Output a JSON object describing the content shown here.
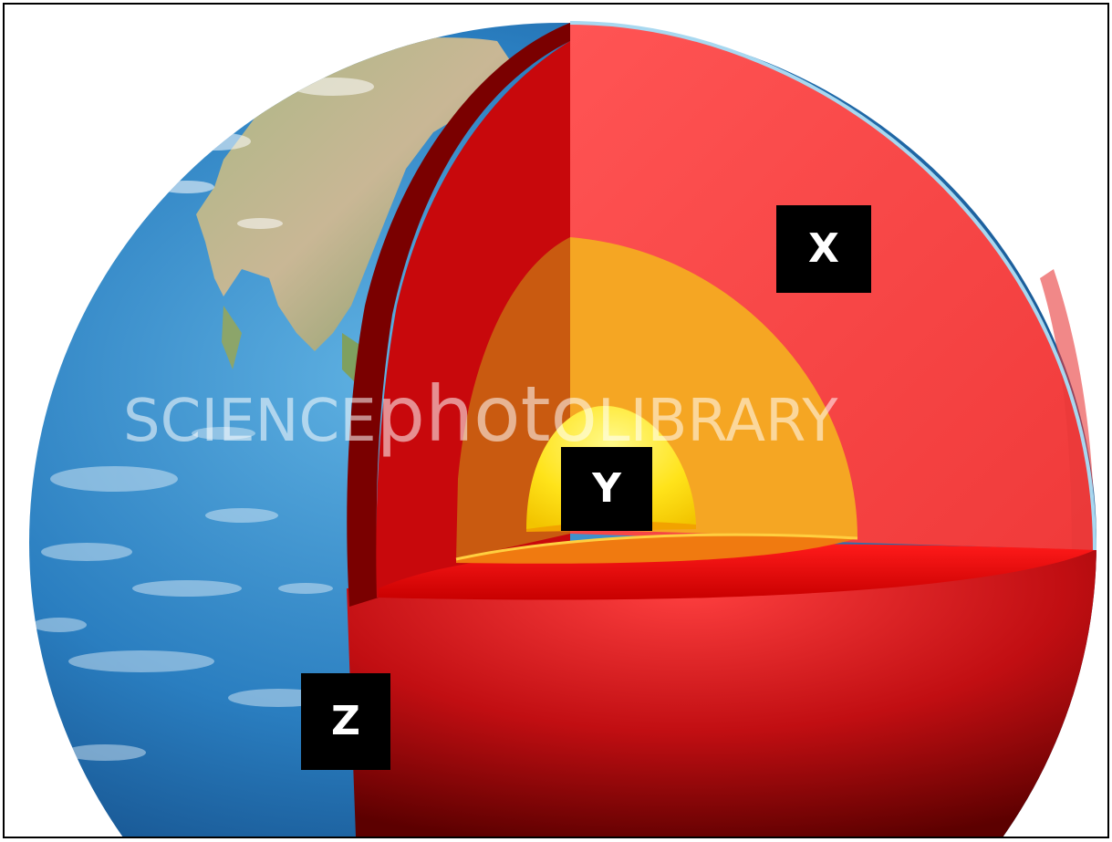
{
  "diagram": {
    "labels": {
      "x": "X",
      "y": "Y",
      "z": "Z"
    },
    "watermark": {
      "left": "SCIENCE",
      "middle": "photo",
      "right": "LIBRARY"
    },
    "colors": {
      "ocean": "#1f6fae",
      "land": "#8fa56a",
      "outer_layer": "#e8232a",
      "mantle_face": "#ff4a4a",
      "outer_core": "#f5a623",
      "inner_core": "#ffe21a",
      "shadow_red": "#7a0000"
    }
  }
}
